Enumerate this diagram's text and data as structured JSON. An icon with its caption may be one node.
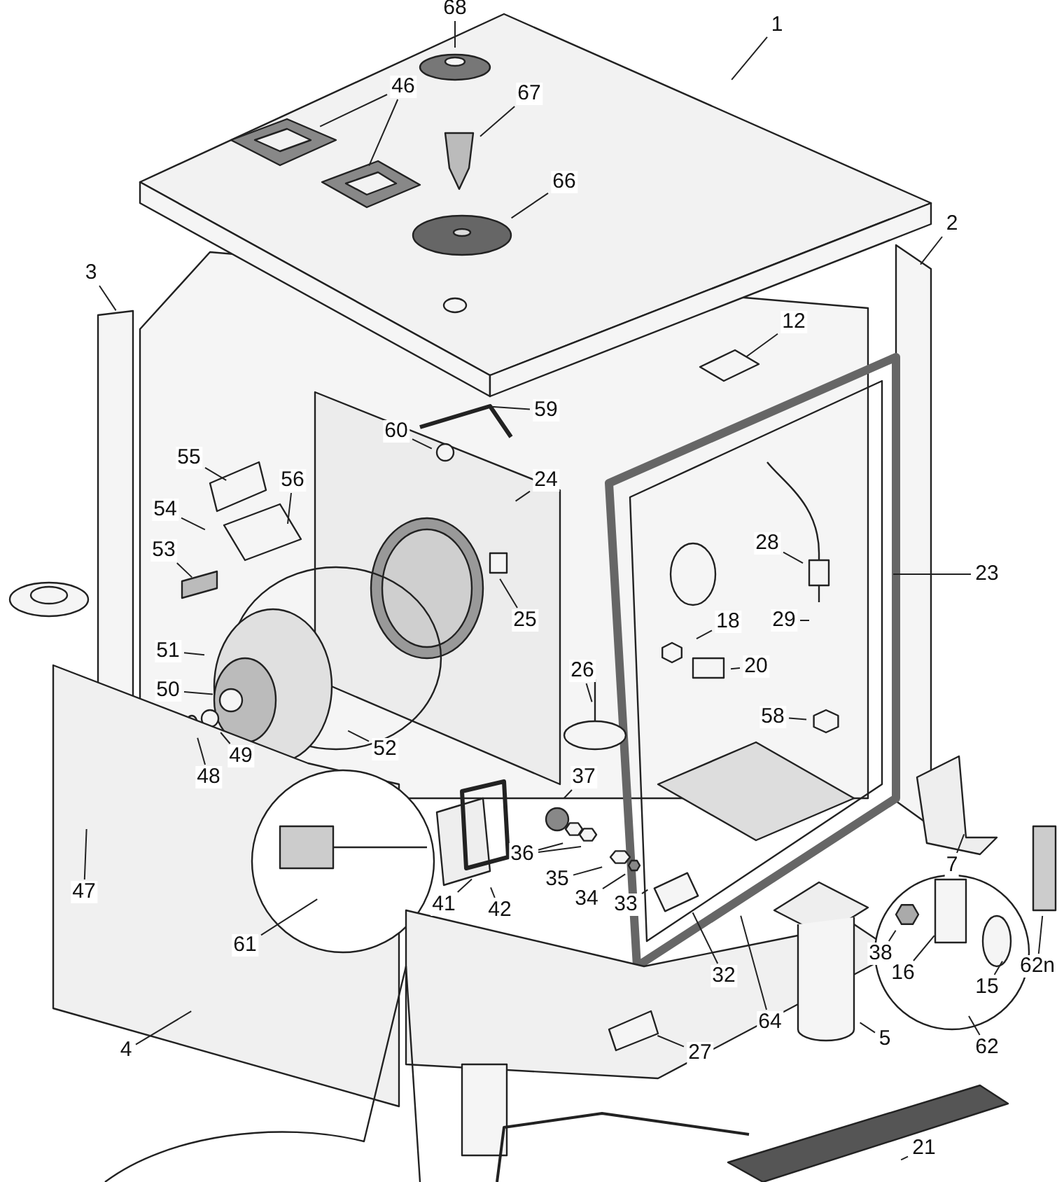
{
  "diagram": {
    "nodes": [
      {
        "text": [
          "68"
        ]
      },
      {
        "text": [
          "1"
        ]
      },
      {
        "text": [
          "46"
        ]
      },
      {
        "text": [
          "67"
        ]
      },
      {
        "text": [
          "66"
        ]
      },
      {
        "text": [
          "2"
        ]
      },
      {
        "text": [
          "3"
        ]
      },
      {
        "text": [
          "12"
        ]
      },
      {
        "text": [
          "59"
        ]
      },
      {
        "text": [
          "60"
        ]
      },
      {
        "text": [
          "55"
        ]
      },
      {
        "text": [
          "56"
        ]
      },
      {
        "text": [
          "24"
        ]
      },
      {
        "text": [
          "54"
        ]
      },
      {
        "text": [
          "28"
        ]
      },
      {
        "text": [
          "53"
        ]
      },
      {
        "text": [
          "23"
        ]
      },
      {
        "text": [
          "25"
        ]
      },
      {
        "text": [
          "29"
        ]
      },
      {
        "text": [
          "18"
        ]
      },
      {
        "text": [
          "51"
        ]
      },
      {
        "text": [
          "20"
        ]
      },
      {
        "text": [
          "26"
        ]
      },
      {
        "text": [
          "50"
        ]
      },
      {
        "text": [
          "58"
        ]
      },
      {
        "text": [
          "52"
        ]
      },
      {
        "text": [
          "49"
        ]
      },
      {
        "text": [
          "48"
        ]
      },
      {
        "text": [
          "37"
        ]
      },
      {
        "text": [
          "36"
        ]
      },
      {
        "text": [
          "7"
        ]
      },
      {
        "text": [
          "35"
        ]
      },
      {
        "text": [
          "47"
        ]
      },
      {
        "text": [
          "34"
        ]
      },
      {
        "text": [
          "33"
        ]
      },
      {
        "text": [
          "41"
        ]
      },
      {
        "text": [
          "42"
        ]
      },
      {
        "text": [
          "61"
        ]
      },
      {
        "text": [
          "38"
        ]
      },
      {
        "text": [
          "62n"
        ]
      },
      {
        "text": [
          "16"
        ]
      },
      {
        "text": [
          "32"
        ]
      },
      {
        "text": [
          "15"
        ]
      },
      {
        "text": [
          "64"
        ]
      },
      {
        "text": [
          "5"
        ]
      },
      {
        "text": [
          "4"
        ]
      },
      {
        "text": [
          "62"
        ]
      },
      {
        "text": [
          "27"
        ]
      },
      {
        "text": [
          "21"
        ]
      }
    ],
    "edges": [
      {
        "from": 0,
        "to": null,
        "arrow": "none"
      },
      {
        "from": 1,
        "to": null,
        "arrow": "none"
      },
      {
        "from": 2,
        "to": null,
        "arrow": "none"
      },
      {
        "from": 2,
        "to": null,
        "arrow": "none"
      },
      {
        "from": 3,
        "to": null,
        "arrow": "none"
      },
      {
        "from": 4,
        "to": null,
        "arrow": "none"
      },
      {
        "from": 5,
        "to": null,
        "arrow": "none"
      },
      {
        "from": 6,
        "to": null,
        "arrow": "none"
      },
      {
        "from": 7,
        "to": null,
        "arrow": "none"
      },
      {
        "from": 8,
        "to": null,
        "arrow": "none"
      },
      {
        "from": 9,
        "to": null,
        "arrow": "none"
      },
      {
        "from": 10,
        "to": null,
        "arrow": "none"
      },
      {
        "from": 11,
        "to": null,
        "arrow": "none"
      },
      {
        "from": 12,
        "to": null,
        "arrow": "none"
      },
      {
        "from": 13,
        "to": null,
        "arrow": "none"
      },
      {
        "from": 14,
        "to": null,
        "arrow": "none"
      },
      {
        "from": 15,
        "to": null,
        "arrow": "none"
      },
      {
        "from": 16,
        "to": null,
        "arrow": "none"
      },
      {
        "from": 17,
        "to": null,
        "arrow": "none"
      },
      {
        "from": 18,
        "to": null,
        "arrow": "none"
      },
      {
        "from": 19,
        "to": null,
        "arrow": "none"
      },
      {
        "from": 20,
        "to": null,
        "arrow": "none"
      },
      {
        "from": 21,
        "to": null,
        "arrow": "none"
      },
      {
        "from": 22,
        "to": null,
        "arrow": "none"
      },
      {
        "from": 23,
        "to": null,
        "arrow": "none"
      },
      {
        "from": 24,
        "to": null,
        "arrow": "none"
      },
      {
        "from": 25,
        "to": null,
        "arrow": "none"
      },
      {
        "from": 26,
        "to": null,
        "arrow": "none"
      },
      {
        "from": 27,
        "to": null,
        "arrow": "none"
      },
      {
        "from": 28,
        "to": null,
        "arrow": "none"
      },
      {
        "from": 29,
        "to": null,
        "arrow": "none"
      },
      {
        "from": 29,
        "to": null,
        "arrow": "none"
      },
      {
        "from": 30,
        "to": null,
        "arrow": "none"
      },
      {
        "from": 31,
        "to": null,
        "arrow": "none"
      },
      {
        "from": 32,
        "to": null,
        "arrow": "none"
      },
      {
        "from": 33,
        "to": null,
        "arrow": "none"
      },
      {
        "from": 34,
        "to": null,
        "arrow": "none"
      },
      {
        "from": 35,
        "to": null,
        "arrow": "none"
      },
      {
        "from": 36,
        "to": null,
        "arrow": "none"
      },
      {
        "from": 37,
        "to": null,
        "arrow": "none"
      },
      {
        "from": 38,
        "to": null,
        "arrow": "none"
      },
      {
        "from": 39,
        "to": null,
        "arrow": "none"
      },
      {
        "from": 40,
        "to": null,
        "arrow": "none"
      },
      {
        "from": 41,
        "to": null,
        "arrow": "none"
      },
      {
        "from": 42,
        "to": null,
        "arrow": "none"
      },
      {
        "from": 43,
        "to": null,
        "arrow": "none"
      },
      {
        "from": 44,
        "to": null,
        "arrow": "none"
      },
      {
        "from": 45,
        "to": null,
        "arrow": "none"
      },
      {
        "from": 46,
        "to": null,
        "arrow": "none"
      },
      {
        "from": 47,
        "to": null,
        "arrow": "none"
      },
      {
        "from": 48,
        "to": null,
        "arrow": "none"
      }
    ]
  }
}
